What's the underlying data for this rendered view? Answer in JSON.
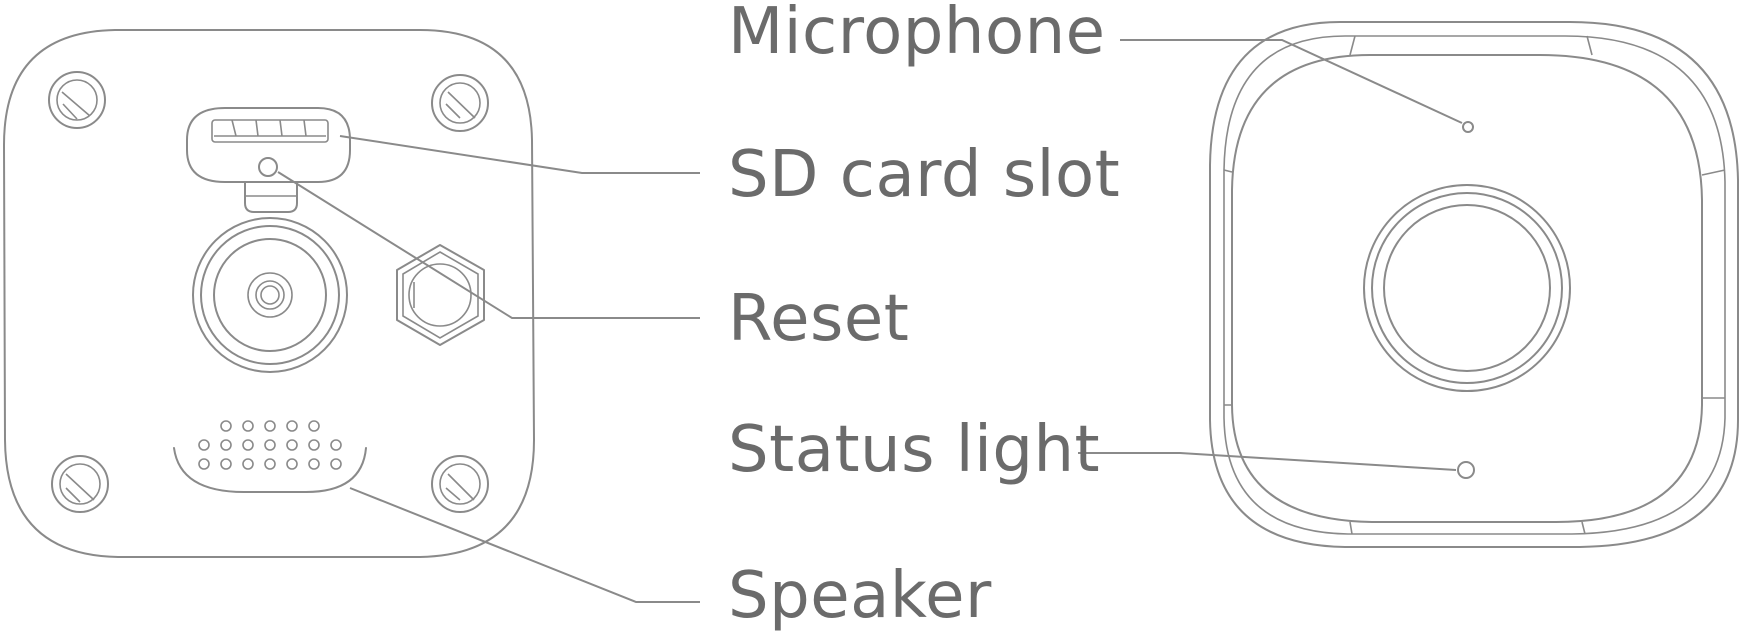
{
  "labels": {
    "microphone": "Microphone",
    "sd_card_slot": "SD card slot",
    "reset": "Reset",
    "status_light": "Status light",
    "speaker": "Speaker"
  },
  "colors": {
    "line": "#8a8a8a",
    "text": "#6b6b6b",
    "background": "#ffffff"
  }
}
